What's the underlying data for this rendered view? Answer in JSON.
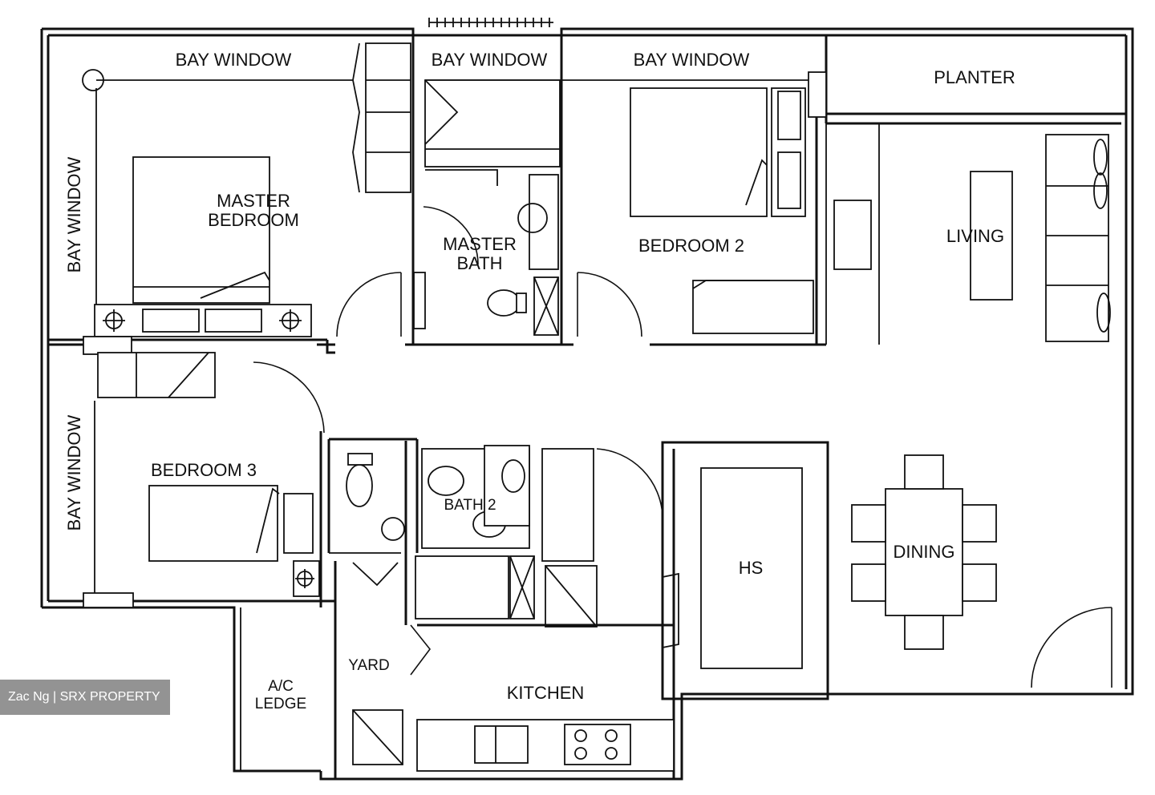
{
  "rooms": {
    "bay_window_top_left": "BAY WINDOW",
    "bay_window_top_mid": "BAY WINDOW",
    "bay_window_top_right": "BAY WINDOW",
    "bay_window_left": "BAY WINDOW",
    "bay_window_lower_left": "BAY WINDOW",
    "planter": "PLANTER",
    "master_bedroom_line1": "MASTER",
    "master_bedroom_line2": "BEDROOM",
    "master_bath_line1": "MASTER",
    "master_bath_line2": "BATH",
    "bedroom2": "BEDROOM 2",
    "living": "LIVING",
    "bedroom3": "BEDROOM 3",
    "bath2": "BATH 2",
    "hs": "HS",
    "dining": "DINING",
    "yard": "YARD",
    "ac_ledge_line1": "A/C",
    "ac_ledge_line2": "LEDGE",
    "kitchen": "KITCHEN"
  },
  "watermark": "Zac Ng | SRX PROPERTY"
}
